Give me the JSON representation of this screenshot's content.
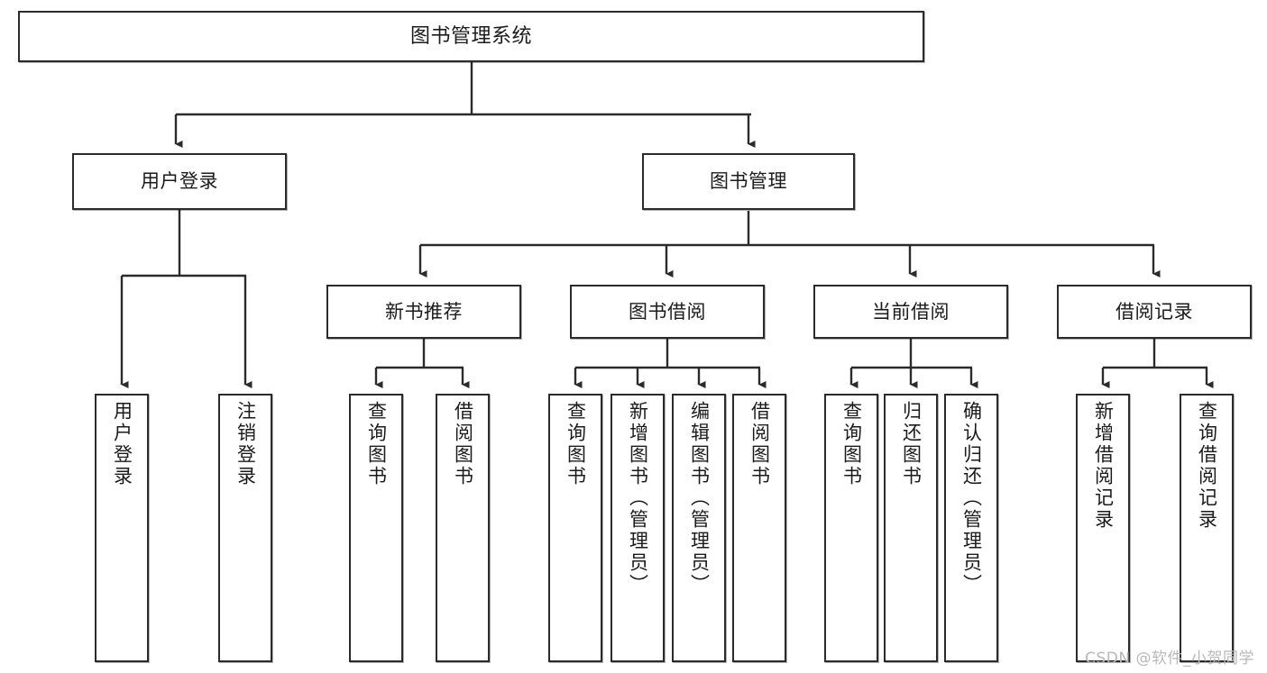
{
  "diagram": {
    "title": "图书管理系统",
    "type": "tree",
    "orientation": "top-down",
    "colors": {
      "box_border": "#2b2b2b",
      "box_fill": "#ffffff",
      "edge": "#2b2b2b",
      "text": "#1b1b1b",
      "watermark": "#b8b8b8",
      "background": "#ffffff"
    },
    "watermark": "CSDN @软件_小贺同学",
    "nodes": {
      "root": {
        "label": "图书管理系统"
      },
      "level2": [
        {
          "id": "user-login",
          "label": "用户登录"
        },
        {
          "id": "book-manage",
          "label": "图书管理"
        }
      ],
      "level3": [
        {
          "id": "new-book-recommend",
          "label": "新书推荐"
        },
        {
          "id": "book-borrow",
          "label": "图书借阅"
        },
        {
          "id": "current-borrow",
          "label": "当前借阅"
        },
        {
          "id": "borrow-record",
          "label": "借阅记录"
        }
      ],
      "leaves": {
        "user_login": [
          {
            "id": "leaf-user-login",
            "label": "用户登录"
          },
          {
            "id": "leaf-logout-login",
            "label": "注销登录"
          }
        ],
        "new_book_recommend": [
          {
            "id": "leaf-query-book-1",
            "label": "查询图书"
          },
          {
            "id": "leaf-borrow-book-1",
            "label": "借阅图书"
          }
        ],
        "book_borrow": [
          {
            "id": "leaf-query-book-2",
            "label": "查询图书"
          },
          {
            "id": "leaf-add-book",
            "label": "新增图书（管理员）"
          },
          {
            "id": "leaf-edit-book",
            "label": "编辑图书（管理员）"
          },
          {
            "id": "leaf-borrow-book-2",
            "label": "借阅图书"
          }
        ],
        "current_borrow": [
          {
            "id": "leaf-query-book-3",
            "label": "查询图书"
          },
          {
            "id": "leaf-return-book",
            "label": "归还图书"
          },
          {
            "id": "leaf-confirm-return",
            "label": "确认归还（管理员）"
          }
        ],
        "borrow_record": [
          {
            "id": "leaf-add-record",
            "label": "新增借阅记录"
          },
          {
            "id": "leaf-query-record",
            "label": "查询借阅记录"
          }
        ]
      }
    }
  }
}
